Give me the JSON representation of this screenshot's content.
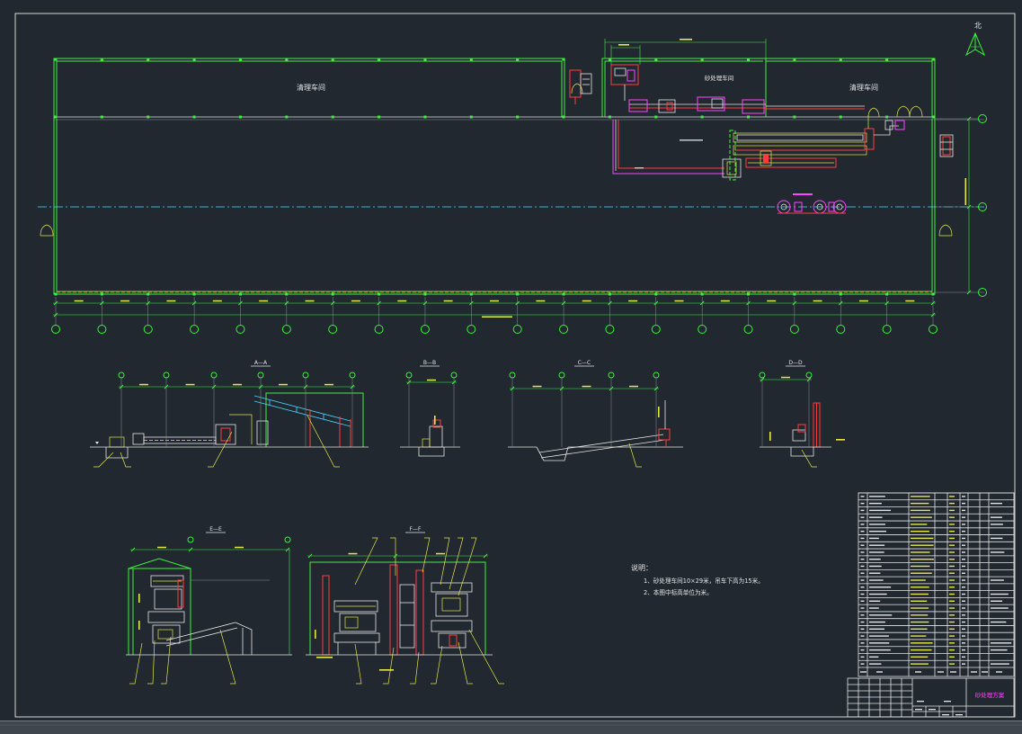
{
  "plan": {
    "workshop_left": "清理车间",
    "workshop_sand": "砂处理车间",
    "workshop_right": "清理车间"
  },
  "north_label": "北",
  "sections": {
    "a": "A—A",
    "b": "B—B",
    "c": "C—C",
    "d": "D—D",
    "e": "E—E",
    "f": "F—F"
  },
  "notes": {
    "heading": "说明：",
    "items": [
      "1、砂处理车间10×29米，吊车下高为15米。",
      "2、本图中标高单位为米。"
    ]
  },
  "title_block": {
    "drawing_title": "砂处理方案"
  },
  "colors": {
    "background": "#212830",
    "frame": "#d8d8d8",
    "green": "#3df23d",
    "white": "#e6e6e6",
    "yellow": "#e6e64a",
    "red": "#ff3d3d",
    "magenta": "#ff45ff",
    "cyan": "#4fd6ff",
    "gray": "#8a9099",
    "status_bar": "#40464e"
  }
}
